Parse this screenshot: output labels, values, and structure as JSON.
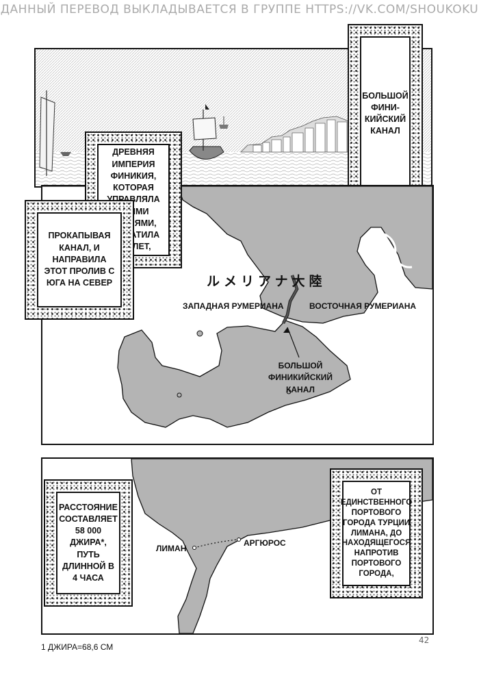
{
  "header": {
    "watermark": "ДАННЫЙ ПЕРЕВОД ВЫКЛАДЫВАЕТСЯ В ГРУППЕ HTTPS://VK.COM/SHOUKOKU"
  },
  "panel_top": {
    "caption_right": "БОЛЬШОЙ ФИНИ-КИЙСКИЙ КАНАЛ",
    "caption_left_top": "ДРЕВНЯЯ ИМПЕРИЯ ФИНИКИЯ, КОТОРАЯ УПРАВЛЯЛА ЭТИМИ ЗЕМЛЯМИ, ПОТРАТИЛА 100 ЛЕТ,",
    "caption_left_bottom": "ПРОКАПЫВАЯ КАНАЛ, И НАПРАВИЛА ЭТОТ ПРОЛИВ С ЮГА НА СЕВЕР"
  },
  "map_main": {
    "japanese_title": "ルメリアナ大陸",
    "west_label": "ЗАПАДНАЯ РУМЕРИАНА",
    "east_label": "ВОСТОЧНАЯ РУМЕРИАНА",
    "canal_label": "БОЛЬШОЙ ФИНИКИЙСКИЙ КАНАЛ"
  },
  "panel_bottom": {
    "caption_left": "РАССТОЯНИЕ СОСТАВЛЯЕТ 58 000 ДЖИРА*, ПУТЬ ДЛИННОЙ В 4 ЧАСА",
    "caption_right": "ОТ ЕДИНСТВЕННОГО ПОРТОВОГО ГОРОДА ТУРЦИИ ЛИМАНА, ДО НАХОДЯЩЕГОСЯ НАПРОТИВ ПОРТОВОГО ГОРОДА,",
    "city_left": "ЛИМАН",
    "city_right": "АРГЮРОС"
  },
  "footer": {
    "footnote": "1 ДЖИРА=68,6 СМ",
    "page_number": "42"
  },
  "colors": {
    "land": "#b4b4b4",
    "ink": "#111111",
    "sky": "#e8e8e8"
  }
}
